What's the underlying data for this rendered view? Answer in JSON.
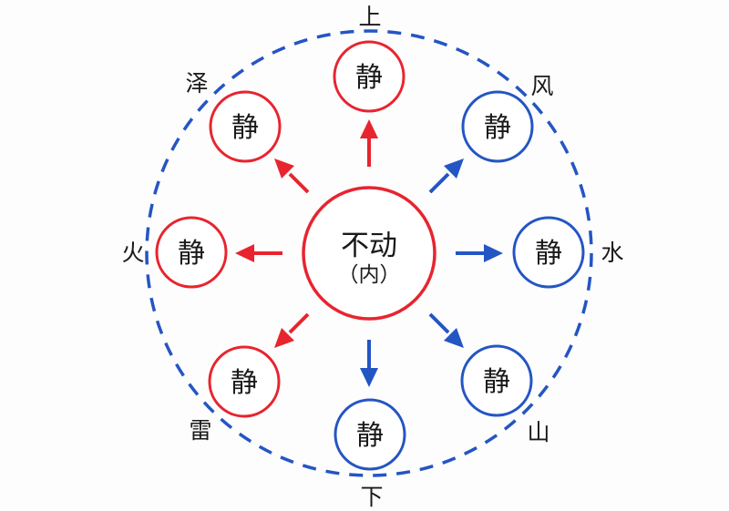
{
  "colors": {
    "red": "#e8242f",
    "blue": "#2455c4",
    "text": "#1a1a1a",
    "background": "#fdfdfd"
  },
  "center": {
    "title": "不动",
    "subtitle": "（内）"
  },
  "satellites": [
    {
      "position": "top",
      "outer_label": "上",
      "label": "静",
      "color": "#e8242f"
    },
    {
      "position": "top-left",
      "outer_label": "泽",
      "label": "静",
      "color": "#e8242f"
    },
    {
      "position": "left",
      "outer_label": "火",
      "label": "静",
      "color": "#e8242f"
    },
    {
      "position": "bottom-left",
      "outer_label": "雷",
      "label": "静",
      "color": "#e8242f"
    },
    {
      "position": "top-right",
      "outer_label": "风",
      "label": "静",
      "color": "#2455c4"
    },
    {
      "position": "right",
      "outer_label": "水",
      "label": "静",
      "color": "#2455c4"
    },
    {
      "position": "bottom-right",
      "outer_label": "山",
      "label": "静",
      "color": "#2455c4"
    },
    {
      "position": "bottom",
      "outer_label": "下",
      "label": "静",
      "color": "#2455c4"
    }
  ]
}
